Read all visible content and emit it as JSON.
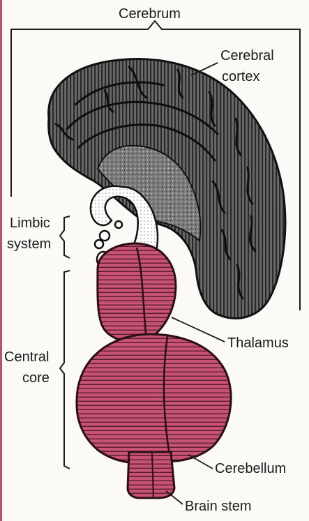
{
  "labels": {
    "cerebrum": "Cerebrum",
    "cerebral_cortex_line1": "Cerebral",
    "cerebral_cortex_line2": "cortex",
    "limbic_line1": "Limbic",
    "limbic_line2": "system",
    "thalamus": "Thalamus",
    "central_core_line1": "Central",
    "central_core_line2": "core",
    "cerebellum": "Cerebellum",
    "brain_stem": "Brain stem"
  },
  "colors": {
    "cortex_fill": "#5e5e5e",
    "core_fill": "#c0506e",
    "limbic_fill": "#ffffff",
    "ink": "#1b1b1b"
  }
}
